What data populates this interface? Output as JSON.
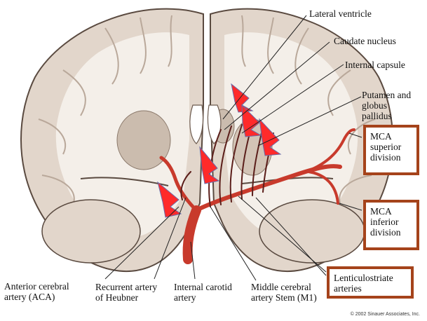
{
  "labels": {
    "lateral_ventricle": "Lateral ventricle",
    "caudate_nucleus": "Caudate nucleus",
    "internal_capsule": "Internal capsule",
    "putamen": "Putamen and\nglobus\npallidus",
    "mca_superior": "MCA\nsuperior\ndivision",
    "mca_inferior": "MCA\ninferior\ndivision",
    "lenticulostriate": "Lenticulostriate\narteries",
    "aca": "Anterior cerebral\nartery (ACA)",
    "heubner": "Recurrent artery\nof Heubner",
    "internal_carotid": "Internal carotid\nartery",
    "m1": "Middle cerebral\nartery Stem (M1)"
  },
  "copyright": "© 2002 Sinauer Associates, Inc.",
  "colors": {
    "brain_fill": "#e2d6cb",
    "white_matter": "#f4efe9",
    "outline": "#5a4a40",
    "artery": "#c83a2c",
    "artery_dark": "#5b1e1a",
    "arrow_red": "#ff2a2a",
    "box_border": "#a5431b"
  }
}
